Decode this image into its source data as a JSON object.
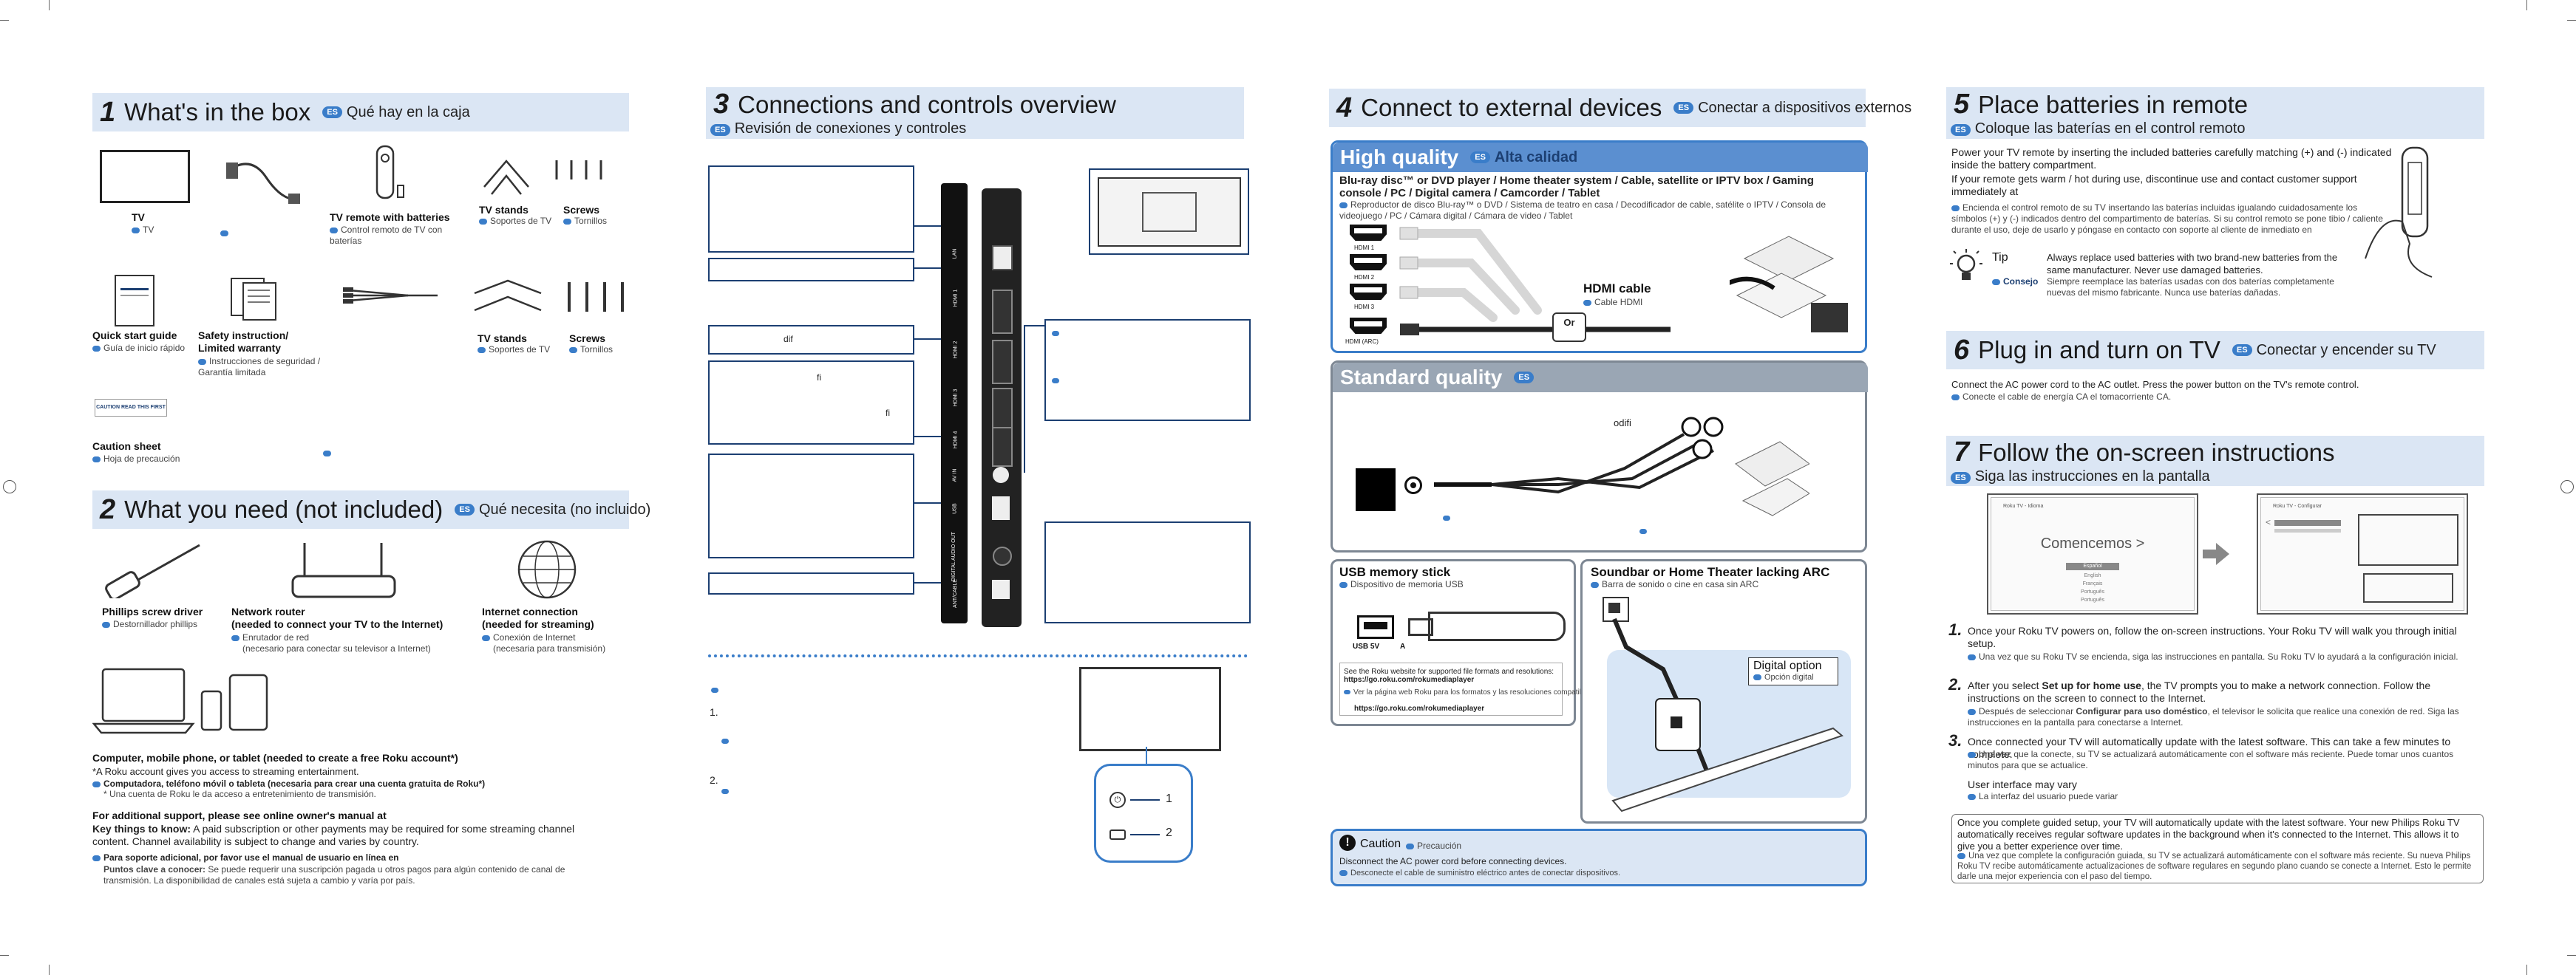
{
  "s1": {
    "num": "1",
    "title": "What's in the box",
    "es_title": "Qué hay en la caja",
    "items": {
      "tv": "TV",
      "tv_es": "TV",
      "remote": "TV remote with batteries",
      "remote_es": "Control remoto de TV con baterías",
      "stands1": "TV stands",
      "stands1_es": "Soportes de TV",
      "screws1": "Screws",
      "screws1_es": "Tornillos",
      "qsg": "Quick start guide",
      "qsg_es": "Guía de inicio rápido",
      "safety": "Safety instruction/",
      "safety2": "Limited warranty",
      "safety_es": "Instrucciones de seguridad /",
      "safety_es2": "Garantía limitada",
      "stands2": "TV stands",
      "stands2_es": "Soportes de TV",
      "screws2": "Screws",
      "screws2_es": "Tornillos",
      "caution": "Caution sheet",
      "caution_es": "Hoja de precaución",
      "caution_img": "CAUTION READ THIS FIRST"
    }
  },
  "s2": {
    "num": "2",
    "title": "What you need (not included)",
    "es_title": "Qué necesita (no incluido)",
    "phillips": "Phillips screw driver",
    "phillips_es": "Destornillador phillips",
    "router": "Network router",
    "router2": "(needed to connect your TV to the Internet)",
    "router_es": "Enrutador de red",
    "router_es2": "(necesario para conectar su televisor a Internet)",
    "internet": "Internet connection",
    "internet2": "(needed for streaming)",
    "internet_es": "Conexión de Internet",
    "internet_es2": "(necesaria para transmisión)",
    "computer": "Computer, mobile phone, or tablet (needed to create a free Roku account*)",
    "computer2": "*A Roku account gives you access to streaming entertainment.",
    "computer_es": "Computadora, teléfono móvil o tableta (necesaria para crear una cuenta gratuita de Roku*)",
    "computer_es2": "* Una cuenta de Roku le da acceso a entretenimiento de transmisión.",
    "support": "For additional support, please see online owner's manual at",
    "key_label": "Key things to know:",
    "key_text": "A paid subscription or other payments may be required for some streaming channel content. Channel availability is subject to change and varies by country.",
    "support_es": "Para soporte adicional, por favor use el manual de usuario en línea en",
    "key_label_es": "Puntos clave a conocer:",
    "key_text_es": "Se puede requerir una suscripción pagada u otros pagos para algún contenido de canal de transmisión. La disponibilidad de canales está sujeta a cambio y varía por país."
  },
  "s3": {
    "num": "3",
    "title": "Connections and controls overview",
    "es_title": "Revisión de conexiones y controles",
    "box_text_1": "dif",
    "box_text_2": "fi",
    "box_text_3": "fi",
    "port_labels": [
      "LAN",
      "HDMI 1",
      "HDMI 2",
      "HDMI 3",
      "HDMI 4",
      "AV IN",
      "USB",
      "DIGITAL AUDIO OUT",
      "ANT/CABLE"
    ],
    "step1": "1.",
    "step2": "2.",
    "btn1": "1",
    "btn2": "2"
  },
  "s4": {
    "num": "4",
    "title": "Connect to external devices",
    "es_title": "Conectar a dispositivos externos",
    "hq_title": "High quality",
    "hq_es": "Alta calidad",
    "hq_devices": "Blu-ray disc™ or DVD player / Home theater system / Cable, satellite or IPTV box / Gaming console / PC / Digital camera / Camcorder / Tablet",
    "hq_devices_es": "Reproductor de disco Blu-ray™ o DVD / Sistema de teatro en casa / Decodificador de cable, satélite o IPTV / Consola de videojuego / PC / Cámara digital / Cámara de video / Tablet",
    "hdmi_labels": [
      "HDMI 1",
      "HDMI 2",
      "HDMI 3",
      "HDMI (ARC)"
    ],
    "hdmi_cable": "HDMI cable",
    "hdmi_cable_es": "Cable HDMI",
    "or": "Or",
    "sq_title": "Standard quality",
    "sq_text": "odifi",
    "usb_title": "USB memory stick",
    "usb_es": "Dispositivo de memoria USB",
    "usb_port": "USB 5V",
    "usb_a": "A",
    "usb_note": "See the Roku website for supported file formats and resolutions:",
    "usb_url": "https://go.roku.com/rokumediaplayer",
    "usb_note_es": "Ver la página web Roku para los formatos y las resoluciones compatibles:",
    "usb_url_es": "https://go.roku.com/rokumediaplayer",
    "soundbar_title": "Soundbar or Home Theater lacking ARC",
    "soundbar_es": "Barra de sonido o cine en casa sin ARC",
    "digital_opt": "Digital option",
    "digital_opt_es": "Opción digital",
    "caution": "Caution",
    "caution_es": "Precaución",
    "caution_text": "Disconnect the AC power cord before connecting devices.",
    "caution_text_es": "Desconecte el cable de suministro eléctrico antes de conectar dispositivos."
  },
  "s5": {
    "num": "5",
    "title": "Place batteries in remote",
    "es_title": "Coloque las baterías en el control remoto",
    "p1": "Power your TV remote by inserting the included batteries carefully matching (+) and (-) indicated inside the battery compartment.",
    "p2": "If your remote gets warm / hot during use, discontinue use and contact customer support immediately at",
    "p_es": "Encienda el control remoto de su TV insertando las baterías incluidas igualando cuidadosamente los símbolos (+) y (-) indicados dentro del compartimento de baterías. Si su control remoto se pone tibio / caliente durante el uso, deje de usarlo y póngase en contacto con soporte al cliente de inmediato en",
    "tip": "Tip",
    "tip_es": "Consejo",
    "tip_text": "Always replace used batteries with two brand-new batteries from the same manufacturer. Never use damaged batteries.",
    "tip_text_es": "Siempre reemplace las baterías usadas con dos baterías completamente nuevas del mismo fabricante. Nunca use baterías dañadas."
  },
  "s6": {
    "num": "6",
    "title": "Plug in and turn on TV",
    "es_title": "Conectar y encender su TV",
    "p1": "Connect the AC power cord to the AC outlet. Press the power button on the TV's remote control.",
    "p_es": "Conecte el cable de energía CA el tomacorriente CA."
  },
  "s7": {
    "num": "7",
    "title": "Follow the on-screen instructions",
    "es_title": "Siga las instrucciones en la pantalla",
    "screen1_title": "Comencemos >",
    "screen1_header": "Roku TV - Idioma",
    "screen1_opts": [
      "Español",
      "English",
      "Français",
      "Português",
      "Português"
    ],
    "screen2_header": "Roku TV - Configurar",
    "step1": "Once your Roku TV powers on, follow the on-screen instructions. Your Roku TV will walk you through initial setup.",
    "step1_es": "Una vez que su Roku TV se encienda, siga las instrucciones en pantalla. Su Roku TV lo ayudará a la configuración inicial.",
    "step2_a": "After you select ",
    "step2_b": "Set up for home use",
    "step2_c": ", the TV prompts you to make a network connection. Follow the instructions on the screen to connect to the Internet.",
    "step2_es_a": "Después de seleccionar ",
    "step2_es_b": "Configurar para uso doméstico",
    "step2_es_c": ", el televisor le solicita que realice una conexión de red. Siga las instrucciones en la pantalla para conectarse a Internet.",
    "step3": "Once connected your TV will automatically update with the latest software. This can take a few minutes to complete.",
    "step3_es": "Una vez que la conecte, su TV se actualizará automáticamente con el software más reciente. Puede tomar unos cuantos minutos para que se actualice.",
    "ui_vary": "User interface may vary",
    "ui_vary_es": "La interfaz del usuario puede variar",
    "final": "Once you complete guided setup, your TV will automatically update with the latest software. Your new Philips Roku TV automatically receives regular software updates in the background when it's connected to the Internet. This allows it to give you a better experience over time.",
    "final_es": "Una vez que complete la configuración guiada, su TV se actualizará automáticamente con el software más reciente. Su nueva Philips Roku TV recibe automáticamente actualizaciones de software regulares en segundo plano cuando se conecte a Internet. Esto le permite darle una mejor experiencia con el paso del tiempo."
  },
  "colors": {
    "accent": "#3a7dc9",
    "bar": "#dbe6f4",
    "navy": "#1c3f72"
  }
}
